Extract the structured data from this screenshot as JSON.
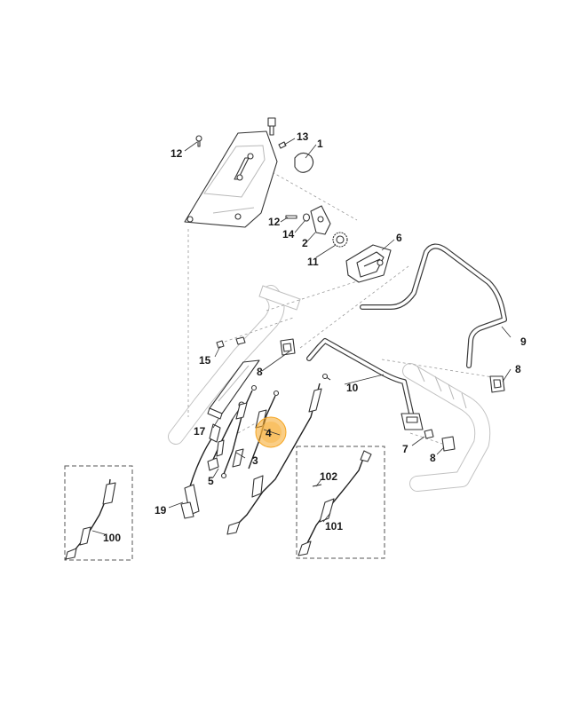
{
  "diagram": {
    "callouts": [
      {
        "id": "c1",
        "text": "1"
      },
      {
        "id": "c2",
        "text": "2"
      },
      {
        "id": "c3",
        "text": "3"
      },
      {
        "id": "c4",
        "text": "4"
      },
      {
        "id": "c5",
        "text": "5"
      },
      {
        "id": "c6",
        "text": "6"
      },
      {
        "id": "c7",
        "text": "7"
      },
      {
        "id": "c8a",
        "text": "8"
      },
      {
        "id": "c8b",
        "text": "8"
      },
      {
        "id": "c8c",
        "text": "8"
      },
      {
        "id": "c9",
        "text": "9"
      },
      {
        "id": "c10",
        "text": "10"
      },
      {
        "id": "c11",
        "text": "11"
      },
      {
        "id": "c12a",
        "text": "12"
      },
      {
        "id": "c12b",
        "text": "12"
      },
      {
        "id": "c13",
        "text": "13"
      },
      {
        "id": "c14",
        "text": "14"
      },
      {
        "id": "c15",
        "text": "15"
      },
      {
        "id": "c17",
        "text": "17"
      },
      {
        "id": "c19",
        "text": "19"
      },
      {
        "id": "c100",
        "text": "100"
      },
      {
        "id": "c101",
        "text": "101"
      },
      {
        "id": "c102",
        "text": "102"
      }
    ],
    "highlight": {
      "part": "4",
      "color": "#f5a623"
    }
  }
}
